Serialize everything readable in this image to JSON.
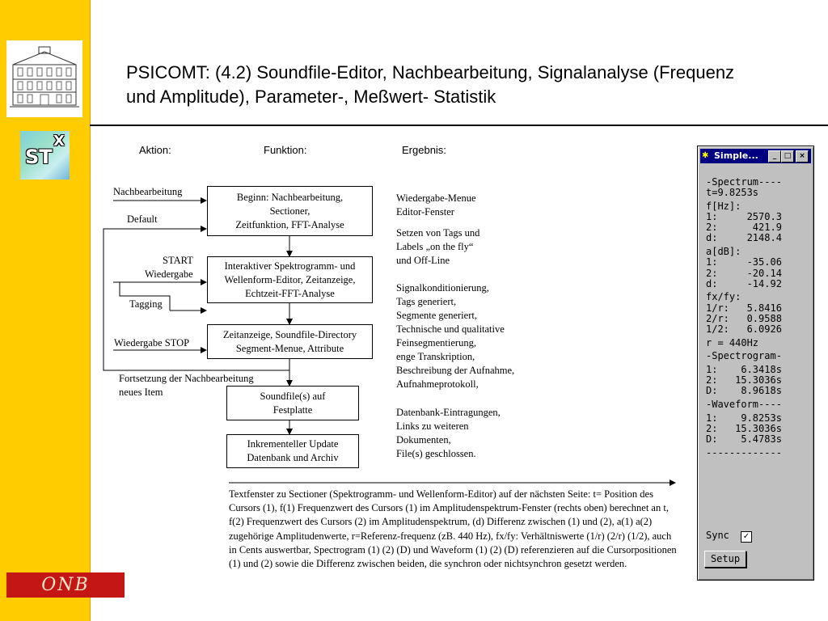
{
  "slide_title": "PSICOMT: (4.2)  Soundfile-Editor, Nachbearbeitung, Signalanalyse (Frequenz und Amplitude), Parameter-, Meßwert- Statistik",
  "logos": {
    "stx_main": "ST",
    "stx_sup": "X",
    "onb": "ONB"
  },
  "columns": {
    "aktion": "Aktion:",
    "funktion": "Funktion:",
    "ergebnis": "Ergebnis:"
  },
  "actions": {
    "nachbearbeitung": "Nachbearbeitung",
    "default": "Default",
    "start_1": "START",
    "start_2": "Wiedergabe",
    "tagging": "Tagging",
    "stop": "Wiedergabe STOP",
    "fortsetzung_1": "Fortsetzung der Nachbearbeitung",
    "fortsetzung_2": "neues Item"
  },
  "functions": {
    "f1": [
      "Beginn: Nachbearbeitung,",
      "Sectioner,",
      "Zeitfunktion, FFT-Analyse"
    ],
    "f2": [
      "Interaktiver Spektrogramm- und",
      "Wellenform-Editor, Zeitanzeige,",
      "Echtzeit-FFT-Analyse"
    ],
    "f3": [
      "Zeitanzeige, Soundfile-Directory",
      "Segment-Menue, Attribute"
    ],
    "f4": [
      "Soundfile(s)  auf",
      "Festplatte"
    ],
    "f5": [
      "Inkrementeller Update",
      "Datenbank und Archiv"
    ]
  },
  "results": {
    "r1": [
      "Wiedergabe-Menue",
      "Editor-Fenster"
    ],
    "r2": [
      "Setzen von Tags und",
      "Labels „on the fly“",
      "und Off-Line"
    ],
    "r3": [
      "Signalkonditionierung,",
      "Tags generiert,",
      "Segmente generiert,",
      "Technische und qualitative",
      "Feinsegmentierung,",
      "enge Transkription,",
      "Beschreibung der Aufnahme,",
      "Aufnahmeprotokoll,"
    ],
    "r4": [
      "Datenbank-Eintragungen,",
      "Links zu weiteren",
      "Dokumenten,",
      "File(s) geschlossen."
    ]
  },
  "bottom_text": "Textfenster zu Sectioner (Spektrogramm- und Wellenform-Editor) auf der nächsten Seite: t= Position des Cursors (1), f(1) Frequenzwert des Cursors (1) im Amplitudenspektrum-Fenster (rechts oben) berechnet an t, f(2) Frequenzwert des Cursors (2) im Amplitudenspektrum, (d) Differenz zwischen (1) und (2), a(1) a(2) zugehörige Amplitudenwerte, r=Referenz-frequenz (zB. 440 Hz), fx/fy: Verhältniswerte (1/r) (2/r) (1/2), auch in Cents auswertbar, Spectrogram (1) (2) (D) und Waveform (1) (2) (D) referenzieren auf die Cursorpositionen (1) und (2) sowie die Differenz zwischen beiden, die synchron oder nichtsynchron gesetzt werden.",
  "window": {
    "title": "Simple...",
    "lines": [
      "-Spectrum----",
      "t=9.8253s",
      "",
      "f[Hz]:",
      "1:     2570.3",
      "2:      421.9",
      "d:     2148.4",
      "",
      "a[dB]:",
      "1:     -35.06",
      "2:     -20.14",
      "d:     -14.92",
      "",
      "fx/fy:",
      "1/r:   5.8416",
      "2/r:   0.9588",
      "1/2:   6.0926",
      "",
      "r = 440Hz",
      "",
      "-Spectrogram-",
      "",
      "1:    6.3418s",
      "2:   15.3036s",
      "D:    8.9618s",
      "",
      "-Waveform----",
      "",
      "1:    9.8253s",
      "2:   15.3036s",
      "D:    5.4783s",
      "",
      "-------------"
    ],
    "sync_label": "Sync",
    "sync_checked": true,
    "setup_label": "Setup"
  }
}
